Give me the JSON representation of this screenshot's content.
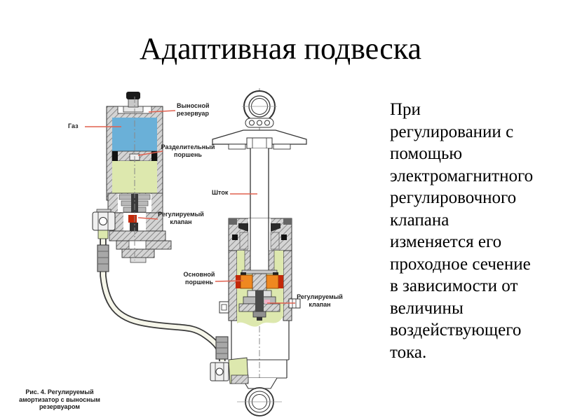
{
  "title": "Адаптивная подвеска",
  "body": {
    "text": "При\nрегулировании с\nпомощью\nэлектромагнитного\nрегулировочного\nклапана\nизменяется его\nпроходное сечение\nв зависимости от\nвеличины\nвоздействующего\nтока."
  },
  "figure": {
    "caption": "Рис. 4. Регулируемый\nамортизатор с выносным\nрезервуаром",
    "labels": {
      "reservoir": "Выносной\nрезервуар",
      "gas": "Газ",
      "separator_piston": "Разделительный\nпоршень",
      "reservoir_valve": "Регулируемый\nклапан",
      "rod": "Шток",
      "main_piston": "Основной\nпоршень",
      "main_valve": "Регулируемый\nклапан"
    },
    "colors": {
      "gas": "#6ab0d8",
      "oil": "#dde8ae",
      "piston_orange": "#ef8820",
      "piston_red": "#c32808",
      "leader": "#e0604f"
    }
  }
}
